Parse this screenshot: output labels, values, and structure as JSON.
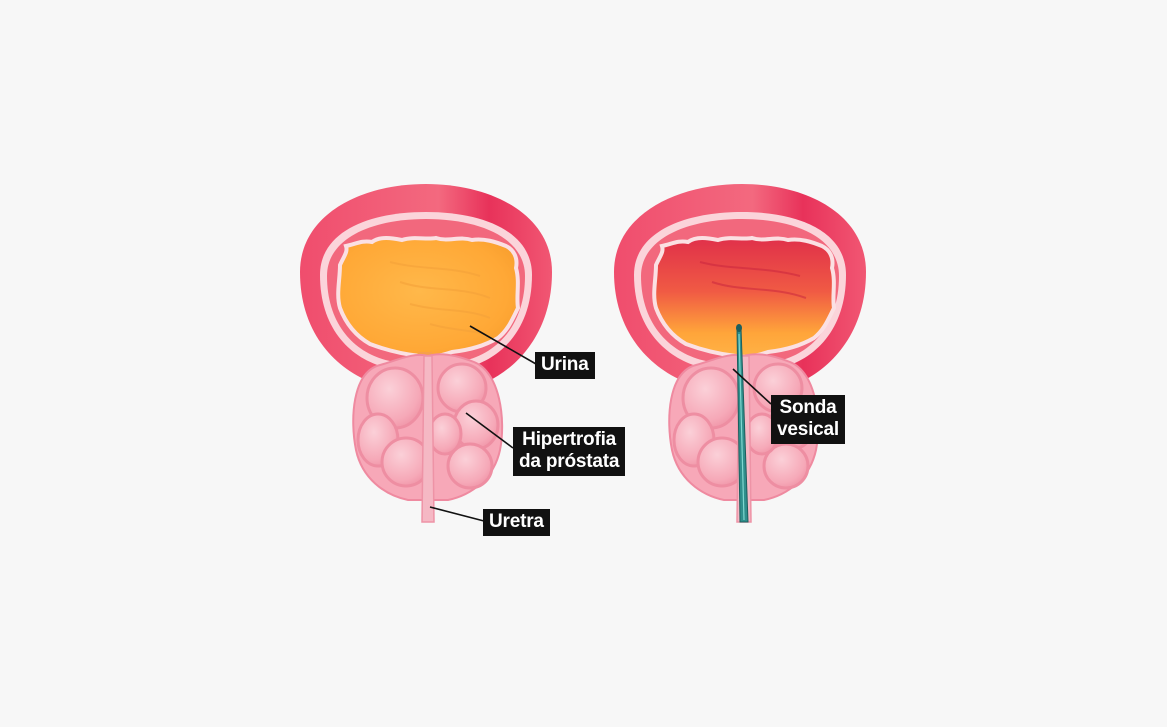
{
  "labels": {
    "urina": "Urina",
    "hipertrofia_line1": "Hipertrofia",
    "hipertrofia_line2": "da próstata",
    "uretra": "Uretra",
    "sonda_line1": "Sonda",
    "sonda_line2": "vesical"
  },
  "colors": {
    "background": "#f7f7f7",
    "bladder_wall": "#ef4a6a",
    "bladder_wall_light": "#f9c6cf",
    "urine": "#ffb13f",
    "urine_inflamed": "#e83a4a",
    "prostate": "#f7a6b6",
    "catheter": "#2f8f8c",
    "label_bg": "#111111",
    "label_text": "#ffffff"
  }
}
